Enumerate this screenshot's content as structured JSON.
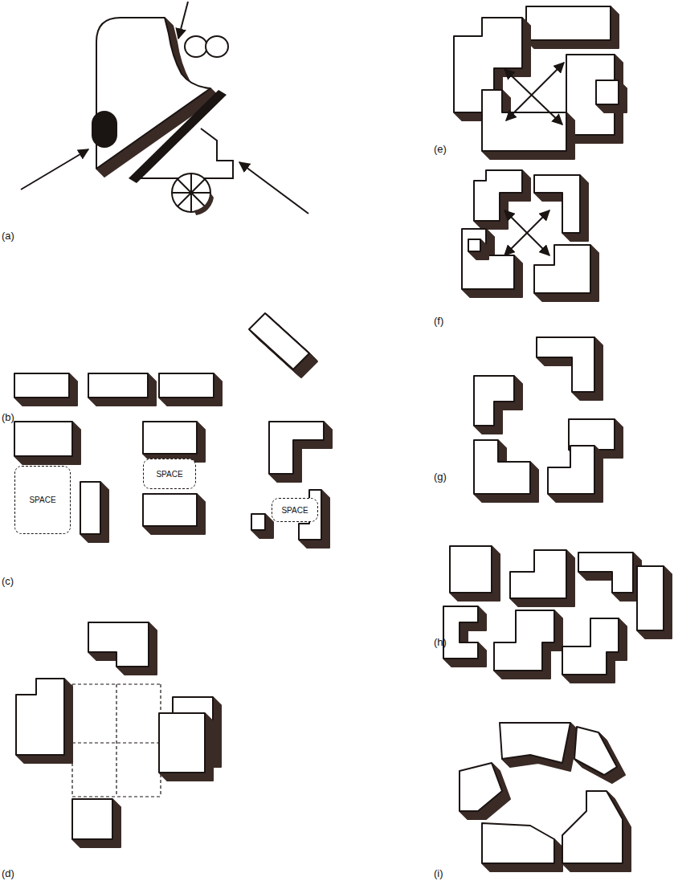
{
  "diagram": {
    "nodes": [
      {
        "text": [
          "SPACE"
        ]
      },
      {
        "text": [
          "SPACE"
        ]
      },
      {
        "text": [
          "SPACE"
        ]
      }
    ],
    "labels": [
      "(a)",
      "(b)",
      "(c)",
      "(d)",
      "(e)",
      "(f)",
      "(g)",
      "(h)",
      "(i)"
    ]
  }
}
